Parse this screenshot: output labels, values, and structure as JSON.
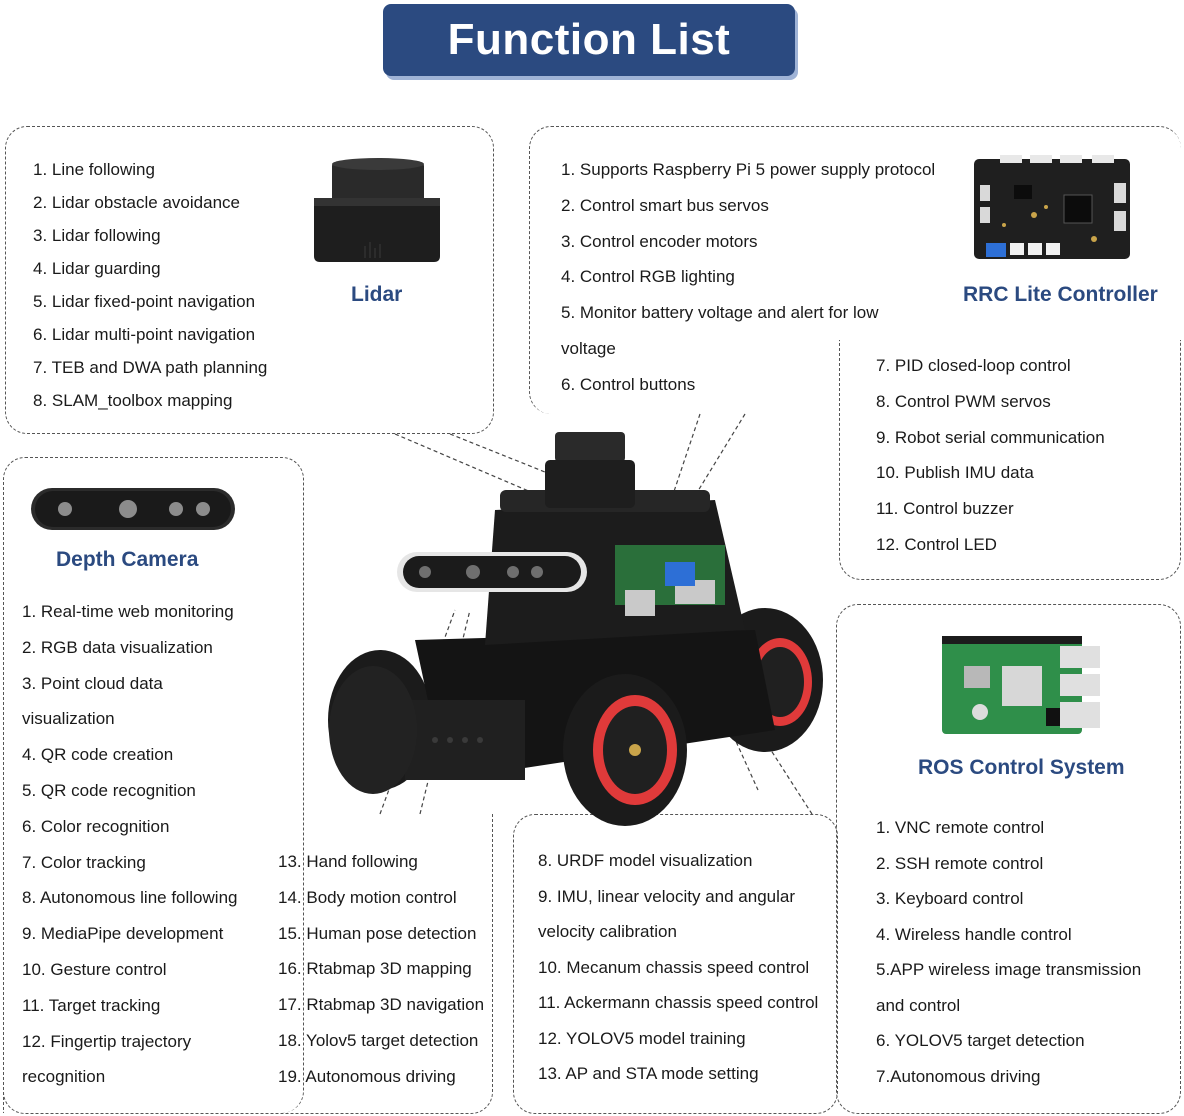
{
  "title": "Function List",
  "lidar": {
    "heading": "Lidar",
    "items": [
      "1. Line following",
      "2. Lidar obstacle avoidance",
      "3. Lidar following",
      "4. Lidar guarding",
      "5. Lidar fixed-point navigation",
      "6. Lidar multi-point navigation",
      "7. TEB and DWA path planning",
      "8. SLAM_toolbox mapping"
    ]
  },
  "controller": {
    "heading": "RRC Lite Controller",
    "items_left": [
      "1. Supports Raspberry Pi 5 power supply protocol",
      "2. Control smart bus servos",
      "3.  Control encoder motors",
      "4. Control RGB lighting",
      "5. Monitor battery voltage and alert for low",
      "voltage",
      "6. Control buttons"
    ],
    "items_right": [
      "7. PID closed-loop control",
      "8. Control PWM servos",
      "9. Robot serial communication",
      "10.  Publish IMU data",
      "11. Control buzzer",
      "12. Control LED"
    ]
  },
  "camera": {
    "heading": "Depth Camera",
    "items_a": [
      "1. Real-time web monitoring",
      "2. RGB data visualization",
      "3. Point cloud data",
      "visualization",
      "4. QR code creation",
      "5. QR code recognition",
      "6. Color recognition",
      "7. Color tracking",
      "8. Autonomous line following",
      "9. MediaPipe development",
      "10. Gesture control",
      "11. Target tracking",
      "12. Fingertip trajectory",
      "recognition"
    ],
    "items_b": [
      "13. Hand following",
      "14. Body motion control",
      "15. Human pose detection",
      "16. Rtabmap 3D mapping",
      "17. Rtabmap 3D navigation",
      "18. Yolov5 target detection",
      "19. Autonomous driving"
    ]
  },
  "middle": {
    "items": [
      "8. URDF model visualization",
      "9. IMU, linear velocity and angular",
      "velocity calibration",
      "10. Mecanum chassis speed control",
      "11. Ackermann chassis speed control",
      "12. YOLOV5 model training",
      "13.  AP and STA mode setting"
    ]
  },
  "ros": {
    "heading": "ROS Control System",
    "items": [
      "1. VNC remote control",
      "2. SSH remote control",
      "3. Keyboard control",
      "4. Wireless handle control",
      "5.APP wireless image transmission",
      "and control",
      "6. YOLOV5 target detection",
      "7.Autonomous driving"
    ]
  },
  "icons": [
    "lidar-icon",
    "controller-board-icon",
    "depth-camera-icon",
    "raspberry-pi-icon",
    "robot-car-icon"
  ],
  "colors": {
    "accent": "#2b4a80",
    "text": "#1a1a1a",
    "wheel_rim": "#e03a3a"
  }
}
